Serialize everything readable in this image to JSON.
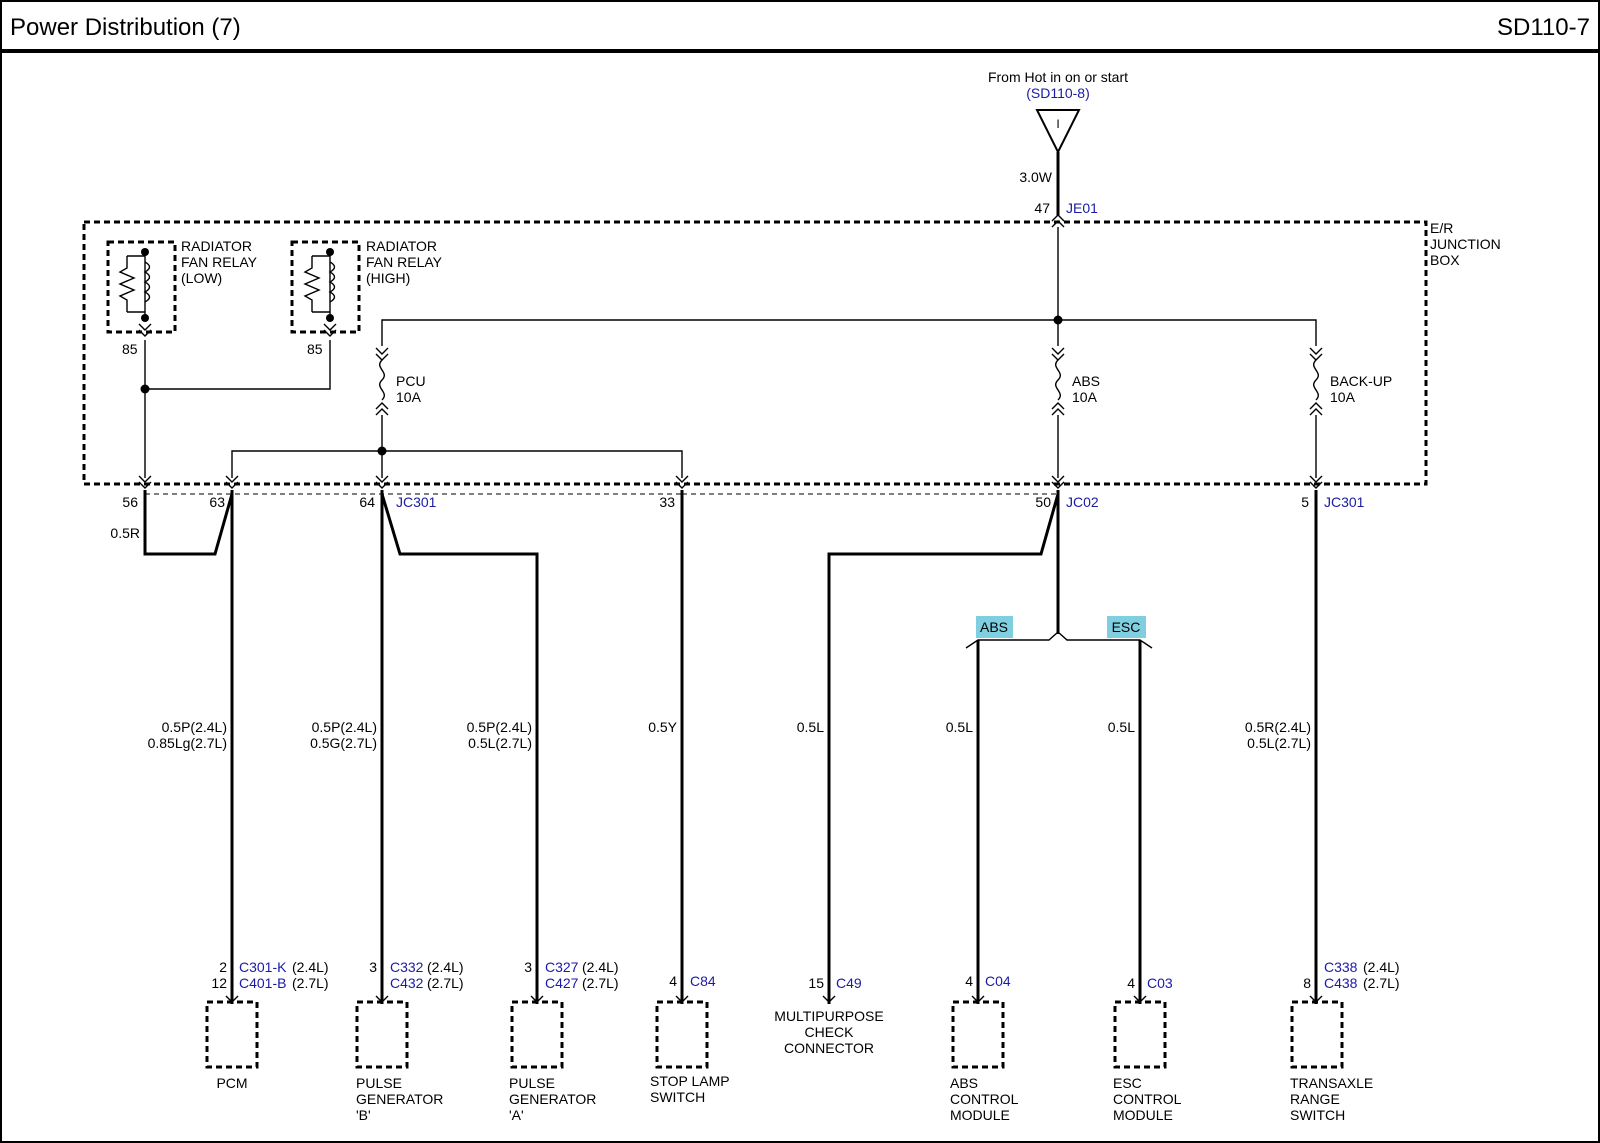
{
  "header": {
    "title": "Power Distribution (7)",
    "code": "SD110-7"
  },
  "source": {
    "label": "From Hot in on or start",
    "ref": "(SD110-8)",
    "symbol": "I",
    "wire": "3.0W",
    "pin": "47",
    "connector": "JE01"
  },
  "junction_box": {
    "line1": "E/R",
    "line2": "JUNCTION",
    "line3": "BOX"
  },
  "relays": [
    {
      "line1": "RADIATOR",
      "line2": "FAN RELAY",
      "line3": "(LOW)",
      "pin": "85"
    },
    {
      "line1": "RADIATOR",
      "line2": "FAN RELAY",
      "line3": "(HIGH)",
      "pin": "85"
    }
  ],
  "fuses": [
    {
      "name": "PCU",
      "rating": "10A"
    },
    {
      "name": "ABS",
      "rating": "10A"
    },
    {
      "name": "BACK-UP",
      "rating": "10A"
    }
  ],
  "pins": {
    "p56": "56",
    "p63": "63",
    "p64": "64",
    "c64": "JC301",
    "p33": "33",
    "p50": "50",
    "c50": "JC02",
    "p5": "5",
    "c5": "JC301"
  },
  "wires": {
    "relay_jumper": "0.5R",
    "pcm_1": "0.5P(2.4L)",
    "pcm_2": "0.85Lg(2.7L)",
    "pgb_1": "0.5P(2.4L)",
    "pgb_2": "0.5G(2.7L)",
    "pga_1": "0.5P(2.4L)",
    "pga_2": "0.5L(2.7L)",
    "stop": "0.5Y",
    "mpc": "0.5L",
    "abs": "0.5L",
    "esc": "0.5L",
    "trs_1": "0.5R(2.4L)",
    "trs_2": "0.5L(2.7L)"
  },
  "options": {
    "abs": "ABS",
    "esc": "ESC"
  },
  "components": {
    "pcm": {
      "pin1": "2",
      "conn1": "C301-K",
      "note1": "(2.4L)",
      "pin2": "12",
      "conn2": "C401-B",
      "note2": "(2.7L)",
      "name1": "PCM"
    },
    "pgb": {
      "pin": "3",
      "conn1": "C332",
      "note1": "(2.4L)",
      "conn2": "C432",
      "note2": "(2.7L)",
      "name1": "PULSE",
      "name2": "GENERATOR",
      "name3": "'B'"
    },
    "pga": {
      "pin": "3",
      "conn1": "C327",
      "note1": "(2.4L)",
      "conn2": "C427",
      "note2": "(2.7L)",
      "name1": "PULSE",
      "name2": "GENERATOR",
      "name3": "'A'"
    },
    "stop": {
      "pin": "4",
      "conn": "C84",
      "name1": "STOP LAMP",
      "name2": "SWITCH"
    },
    "mpc": {
      "pin": "15",
      "conn": "C49",
      "name1": "MULTIPURPOSE",
      "name2": "CHECK",
      "name3": "CONNECTOR"
    },
    "absm": {
      "pin": "4",
      "conn": "C04",
      "name1": "ABS",
      "name2": "CONTROL",
      "name3": "MODULE"
    },
    "escm": {
      "pin": "4",
      "conn": "C03",
      "name1": "ESC",
      "name2": "CONTROL",
      "name3": "MODULE"
    },
    "trs": {
      "pin": "8",
      "conn1": "C338",
      "note1": "(2.4L)",
      "conn2": "C438",
      "note2": "(2.7L)",
      "name1": "TRANSAXLE",
      "name2": "RANGE",
      "name3": "SWITCH"
    }
  },
  "colors": {
    "box_fill": "#7fcfe1",
    "connector_blue": "#1a1aa6",
    "line": "#000000"
  }
}
